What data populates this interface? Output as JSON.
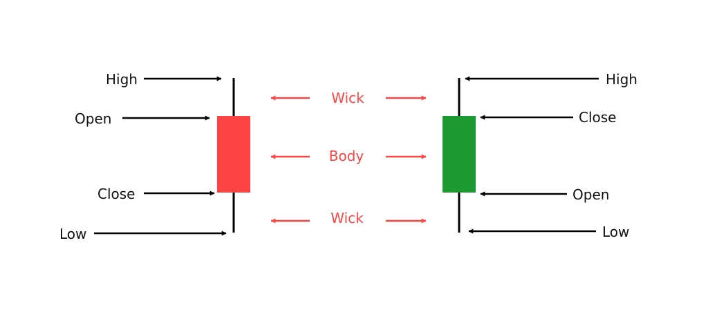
{
  "colors": {
    "bearish_body": "#fd4444",
    "bullish_body": "#1c9a31",
    "annotation": "#fd4444",
    "line": "#000000"
  },
  "bearish_candle": {
    "labels": {
      "high": "High",
      "open": "Open",
      "close": "Close",
      "low": "Low"
    }
  },
  "bullish_candle": {
    "labels": {
      "high": "High",
      "close": "Close",
      "open": "Open",
      "low": "Low"
    }
  },
  "center_labels": {
    "upper_wick": "Wick",
    "body": "Body",
    "lower_wick": "Wick"
  }
}
